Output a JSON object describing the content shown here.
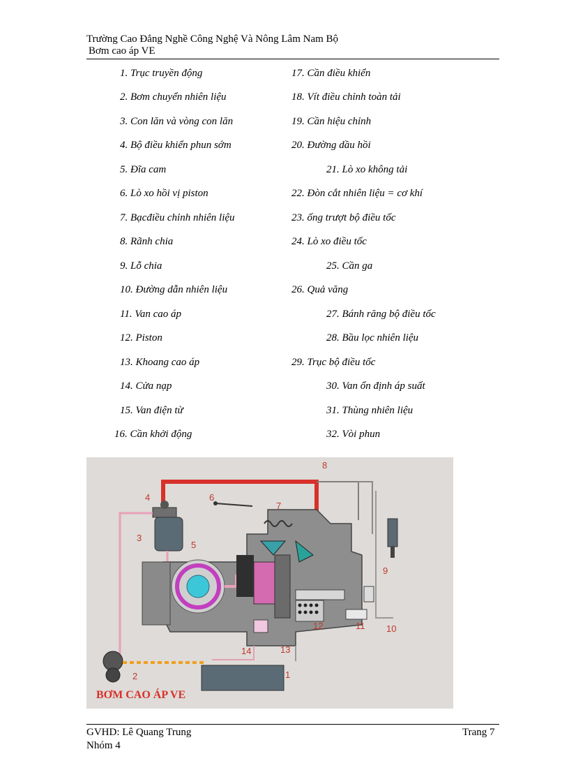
{
  "header": {
    "school": "Trường Cao Đẳng Nghề Công Nghệ Và Nông Lâm Nam Bộ",
    "subject": "Bơm cao áp VE"
  },
  "parts_left": [
    "1. Trục truyền động",
    "2. Bơm chuyển nhiên liệu",
    "3. Con lăn và vòng con lăn",
    "4. Bộ điều khiển phun sớm",
    "5. Đĩa cam",
    "6. Lò xo hồi vị piston",
    "7. Bạcđiều chỉnh nhiên liệu",
    "8. Rãnh chia",
    "9. Lỗ chia",
    "10. Đường dẫn nhiên liệu",
    "11. Van cao áp",
    "12. Piston",
    "13. Khoang cao áp",
    "14. Cửa nạp",
    "15.  Van điện từ",
    "16. Cần khởi động"
  ],
  "parts_right": [
    "17. Cần điều khiển",
    "18. Vít điều chỉnh toàn tải",
    "19. Cần hiệu chỉnh",
    "20. Đường dầu hồi",
    "21. Lò xo không tải",
    "22. Đòn cắt nhiên liệu = cơ khí",
    "23. ống trượt bộ điều tốc",
    "24. Lò xo điều tốc",
    "25. Cần ga",
    "26. Quả văng",
    "27. Bánh răng bộ điều tốc",
    "28. Bầu lọc nhiên liệu",
    "29. Trục bộ điều tốc",
    "30. Van ổn định áp suất",
    "31. Thùng nhiên liệu",
    "32. Vòi phun"
  ],
  "figure": {
    "caption": "BƠM CAO ÁP VE",
    "callouts": [
      "1",
      "2",
      "3",
      "4",
      "5",
      "6",
      "7",
      "8",
      "9",
      "10",
      "11",
      "12",
      "13",
      "14"
    ],
    "colors": {
      "high_pressure": "#d8302a",
      "low_pressure": "#e8a0b8",
      "fuel": "#f0a020",
      "label": "#c0392b"
    }
  },
  "footer": {
    "instructor": "GVHD: Lê Quang Trung",
    "group": "Nhóm 4",
    "page": "Trang 7"
  }
}
